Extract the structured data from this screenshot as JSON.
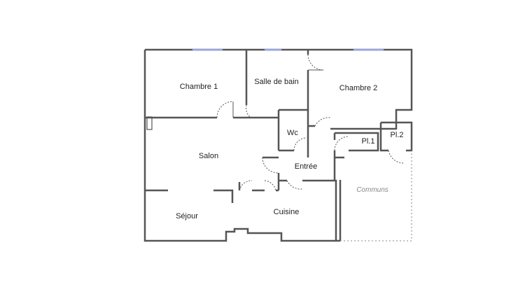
{
  "rooms": {
    "chambre1": "Chambre 1",
    "salle_de_bain": "Salle de bain",
    "chambre2": "Chambre 2",
    "wc": "Wc",
    "pl1": "Pl.1",
    "pl2": "Pl.2",
    "salon": "Salon",
    "entree": "Entrée",
    "communs": "Communs",
    "sejour": "Séjour",
    "cuisine": "Cuisine"
  },
  "colors": {
    "wall": "#555555",
    "window": "#9aa6d8",
    "communs_text": "#888888"
  }
}
